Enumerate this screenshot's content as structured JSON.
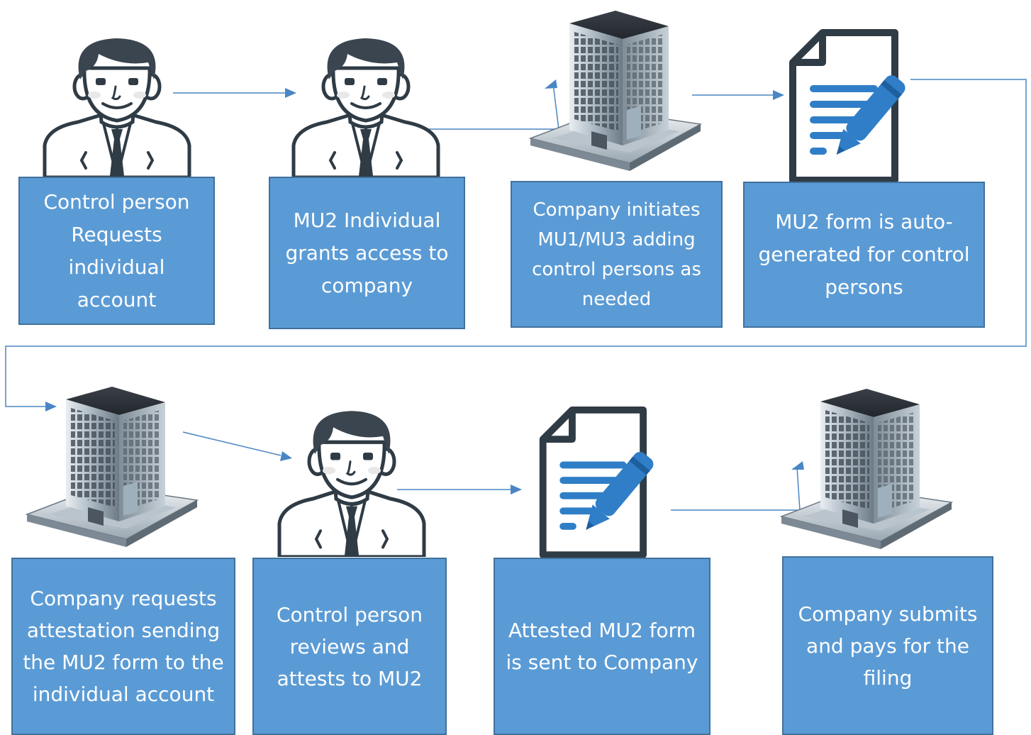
{
  "steps": [
    {
      "id": "step-1",
      "icon": "person-icon",
      "text": "Control person Requests individual account"
    },
    {
      "id": "step-2",
      "icon": "person-icon",
      "text": "MU2 Individual grants access to company"
    },
    {
      "id": "step-3",
      "icon": "office-building-icon",
      "text": "Company initiates MU1/MU3 adding control persons as needed"
    },
    {
      "id": "step-4",
      "icon": "document-pen-icon",
      "text": "MU2 form is auto-generated for control persons"
    },
    {
      "id": "step-5",
      "icon": "office-building-icon",
      "text": "Company requests attestation sending the MU2 form to the individual account"
    },
    {
      "id": "step-6",
      "icon": "person-icon",
      "text": "Control person reviews and attests to MU2"
    },
    {
      "id": "step-7",
      "icon": "document-pen-icon",
      "text": "Attested MU2 form is sent to Company"
    },
    {
      "id": "step-8",
      "icon": "office-building-icon",
      "text": "Company submits and pays for the filing"
    }
  ],
  "colors": {
    "box_fill": "#5b9bd5",
    "box_border": "#41719c",
    "arrow": "#4a86c4",
    "box_text": "#ffffff"
  }
}
